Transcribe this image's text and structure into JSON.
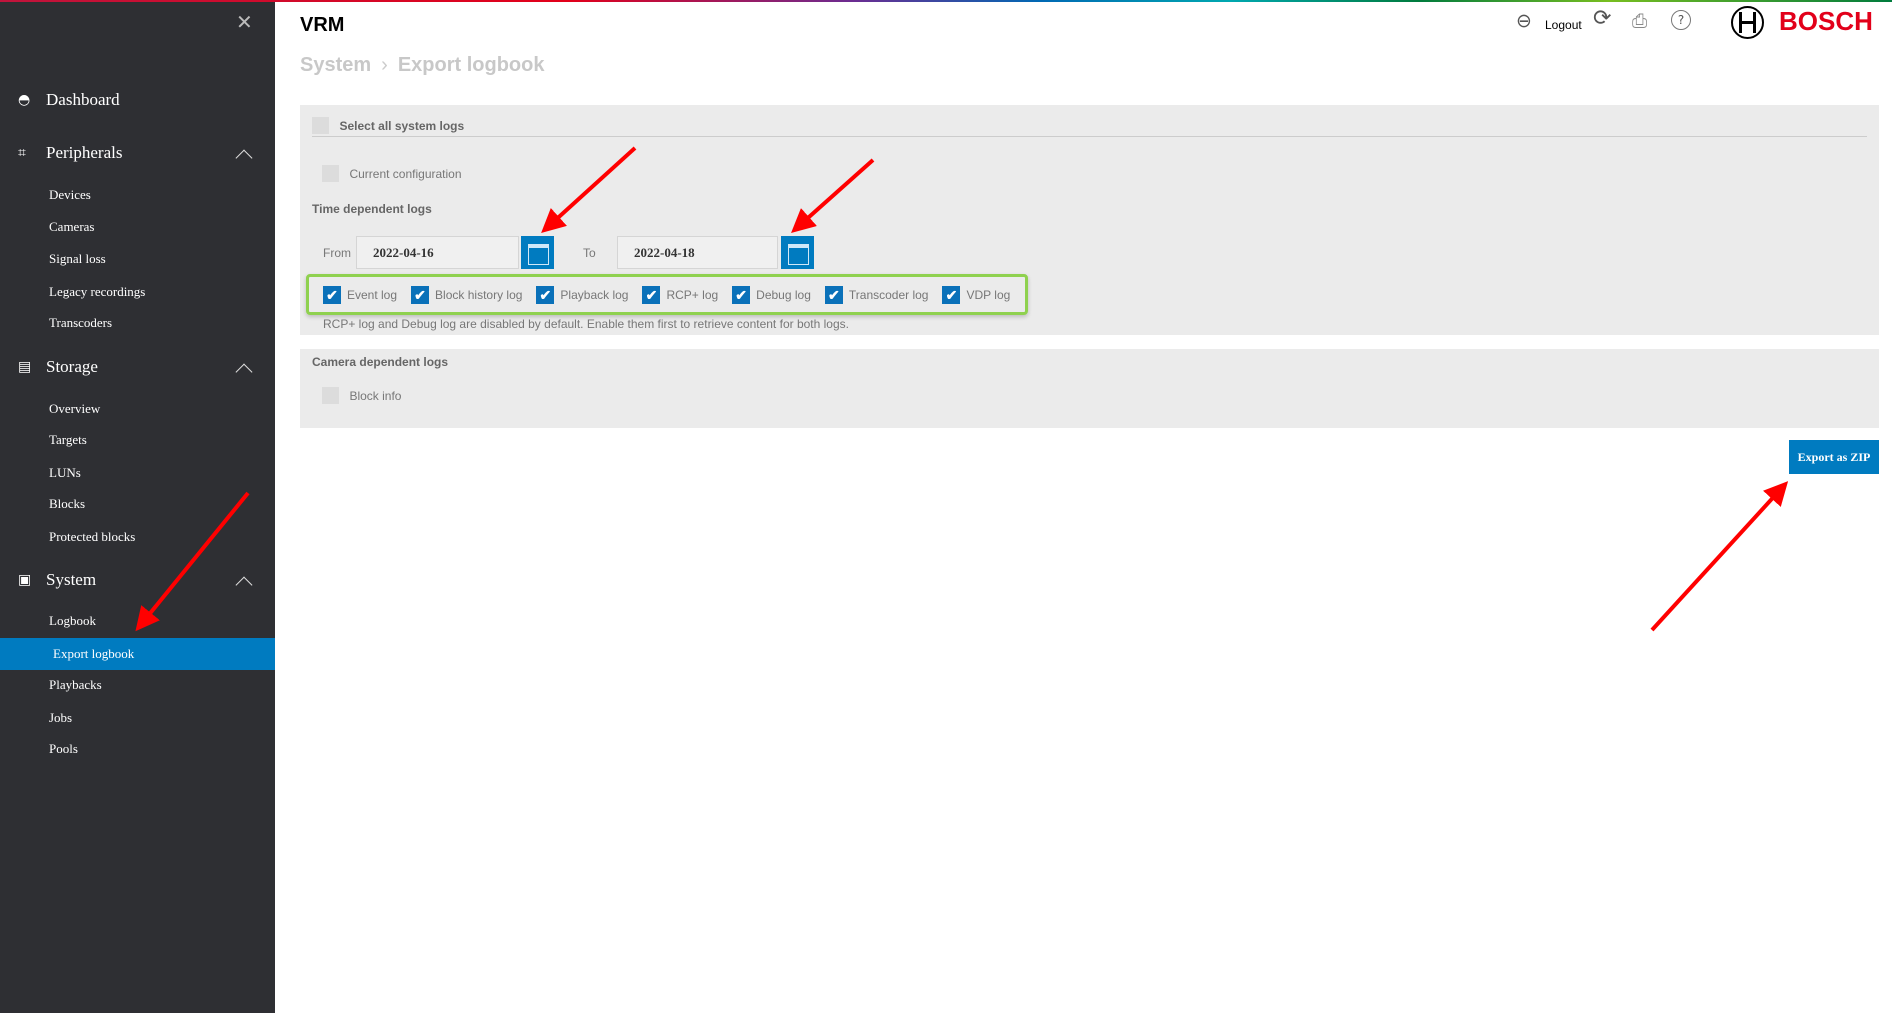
{
  "app_title": "VRM",
  "breadcrumb": [
    "System",
    "Export logbook"
  ],
  "header": {
    "logout_label": "Logout",
    "brand": "BOSCH"
  },
  "sidebar": {
    "sections": [
      {
        "label": "Dashboard",
        "icon": "dashboard-icon"
      },
      {
        "label": "Peripherals",
        "icon": "peripherals-icon",
        "items": [
          "Devices",
          "Cameras",
          "Signal loss",
          "Legacy recordings",
          "Transcoders"
        ]
      },
      {
        "label": "Storage",
        "icon": "storage-icon",
        "items": [
          "Overview",
          "Targets",
          "LUNs",
          "Blocks",
          "Protected blocks"
        ]
      },
      {
        "label": "System",
        "icon": "system-icon",
        "items": [
          "Logbook",
          "Export logbook",
          "Playbacks",
          "Jobs",
          "Pools"
        ]
      }
    ],
    "active": "Export logbook"
  },
  "system_logs": {
    "select_all": "Select all system logs",
    "current_configuration": "Current configuration",
    "time_dependent": "Time dependent logs",
    "from_label": "From",
    "from_value": "2022-04-16",
    "to_label": "To",
    "to_value": "2022-04-18",
    "logs": [
      {
        "label": "Event log",
        "checked": true
      },
      {
        "label": "Block history log",
        "checked": true
      },
      {
        "label": "Playback log",
        "checked": true
      },
      {
        "label": "RCP+ log",
        "checked": true
      },
      {
        "label": "Debug log",
        "checked": true
      },
      {
        "label": "Transcoder log",
        "checked": true
      },
      {
        "label": "VDP log",
        "checked": true
      }
    ],
    "note": "RCP+ log and Debug log are disabled by default. Enable them first to retrieve content for both logs."
  },
  "camera_logs": {
    "title": "Camera dependent logs",
    "block_info": "Block info"
  },
  "export_button": "Export as ZIP",
  "colors": {
    "accent": "#007bc0",
    "sidebar": "#2e2f33",
    "highlight": "#8fd14f",
    "brand": "#e2001a"
  }
}
